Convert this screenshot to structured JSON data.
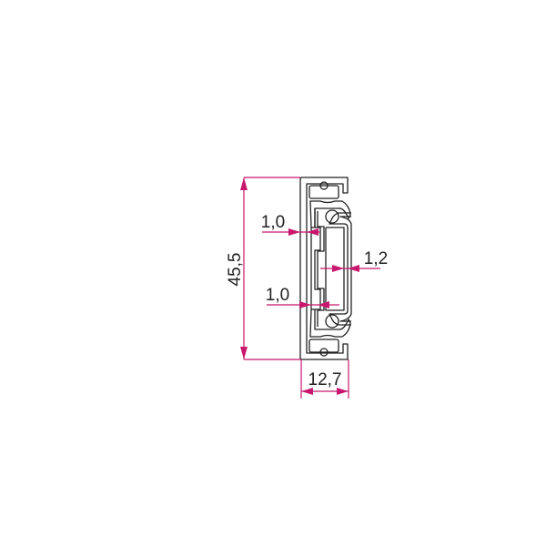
{
  "drawing": {
    "subject": "",
    "dimensions": {
      "height": "45,5",
      "width": "12,7",
      "thickness_upper": "1,0",
      "thickness_lower": "1,0",
      "thickness_inner": "1,2"
    },
    "colors": {
      "dimension": "#c8186e",
      "outline": "#222222",
      "background": "#ffffff"
    }
  }
}
